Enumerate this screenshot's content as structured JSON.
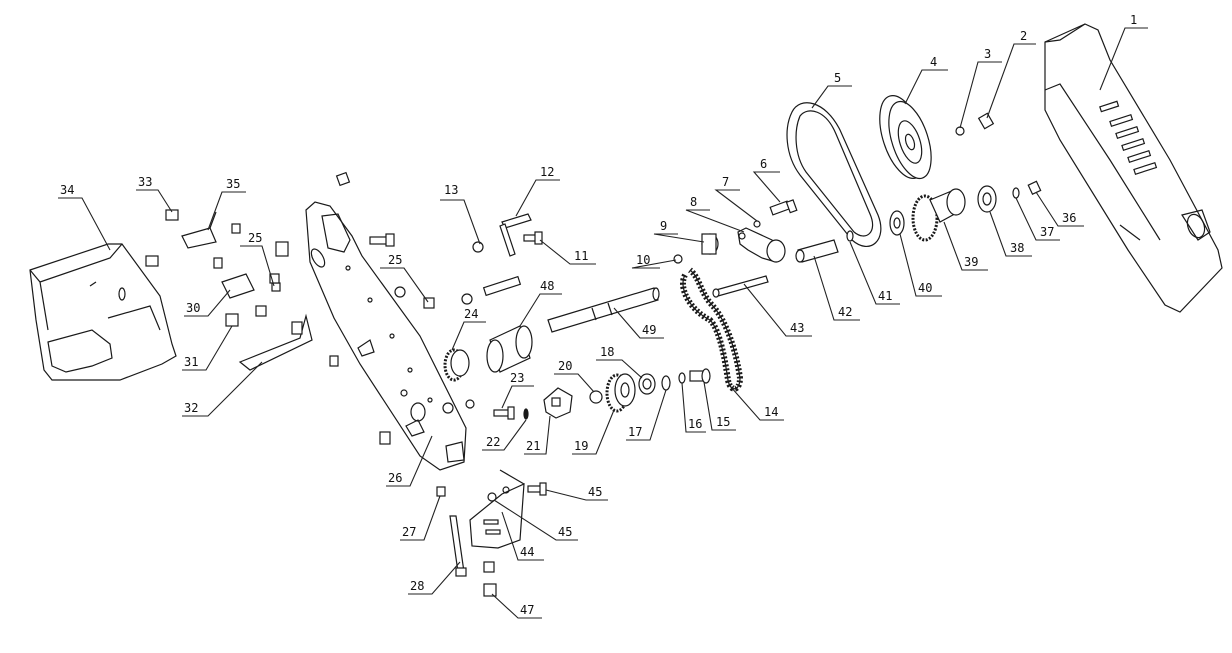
{
  "callouts": [
    {
      "id": "c1",
      "label": "1"
    },
    {
      "id": "c2",
      "label": "2"
    },
    {
      "id": "c3",
      "label": "3"
    },
    {
      "id": "c4",
      "label": "4"
    },
    {
      "id": "c5",
      "label": "5"
    },
    {
      "id": "c6",
      "label": "6"
    },
    {
      "id": "c7",
      "label": "7"
    },
    {
      "id": "c8",
      "label": "8"
    },
    {
      "id": "c9",
      "label": "9"
    },
    {
      "id": "c10",
      "label": "10"
    },
    {
      "id": "c11",
      "label": "11"
    },
    {
      "id": "c12",
      "label": "12"
    },
    {
      "id": "c13",
      "label": "13"
    },
    {
      "id": "c14",
      "label": "14"
    },
    {
      "id": "c15",
      "label": "15"
    },
    {
      "id": "c16",
      "label": "16"
    },
    {
      "id": "c17",
      "label": "17"
    },
    {
      "id": "c18",
      "label": "18"
    },
    {
      "id": "c19",
      "label": "19"
    },
    {
      "id": "c20",
      "label": "20"
    },
    {
      "id": "c21",
      "label": "21"
    },
    {
      "id": "c22",
      "label": "22"
    },
    {
      "id": "c23",
      "label": "23"
    },
    {
      "id": "c24",
      "label": "24"
    },
    {
      "id": "c25a",
      "label": "25"
    },
    {
      "id": "c25b",
      "label": "25"
    },
    {
      "id": "c26",
      "label": "26"
    },
    {
      "id": "c27",
      "label": "27"
    },
    {
      "id": "c28",
      "label": "28"
    },
    {
      "id": "c30",
      "label": "30"
    },
    {
      "id": "c31",
      "label": "31"
    },
    {
      "id": "c32",
      "label": "32"
    },
    {
      "id": "c33",
      "label": "33"
    },
    {
      "id": "c34",
      "label": "34"
    },
    {
      "id": "c35",
      "label": "35"
    },
    {
      "id": "c36",
      "label": "36"
    },
    {
      "id": "c37",
      "label": "37"
    },
    {
      "id": "c38",
      "label": "38"
    },
    {
      "id": "c39",
      "label": "39"
    },
    {
      "id": "c40",
      "label": "40"
    },
    {
      "id": "c41",
      "label": "41"
    },
    {
      "id": "c42",
      "label": "42"
    },
    {
      "id": "c43",
      "label": "43"
    },
    {
      "id": "c44",
      "label": "44"
    },
    {
      "id": "c45a",
      "label": "45"
    },
    {
      "id": "c45b",
      "label": "45"
    },
    {
      "id": "c47",
      "label": "47"
    },
    {
      "id": "c48",
      "label": "48"
    },
    {
      "id": "c49",
      "label": "49"
    }
  ]
}
